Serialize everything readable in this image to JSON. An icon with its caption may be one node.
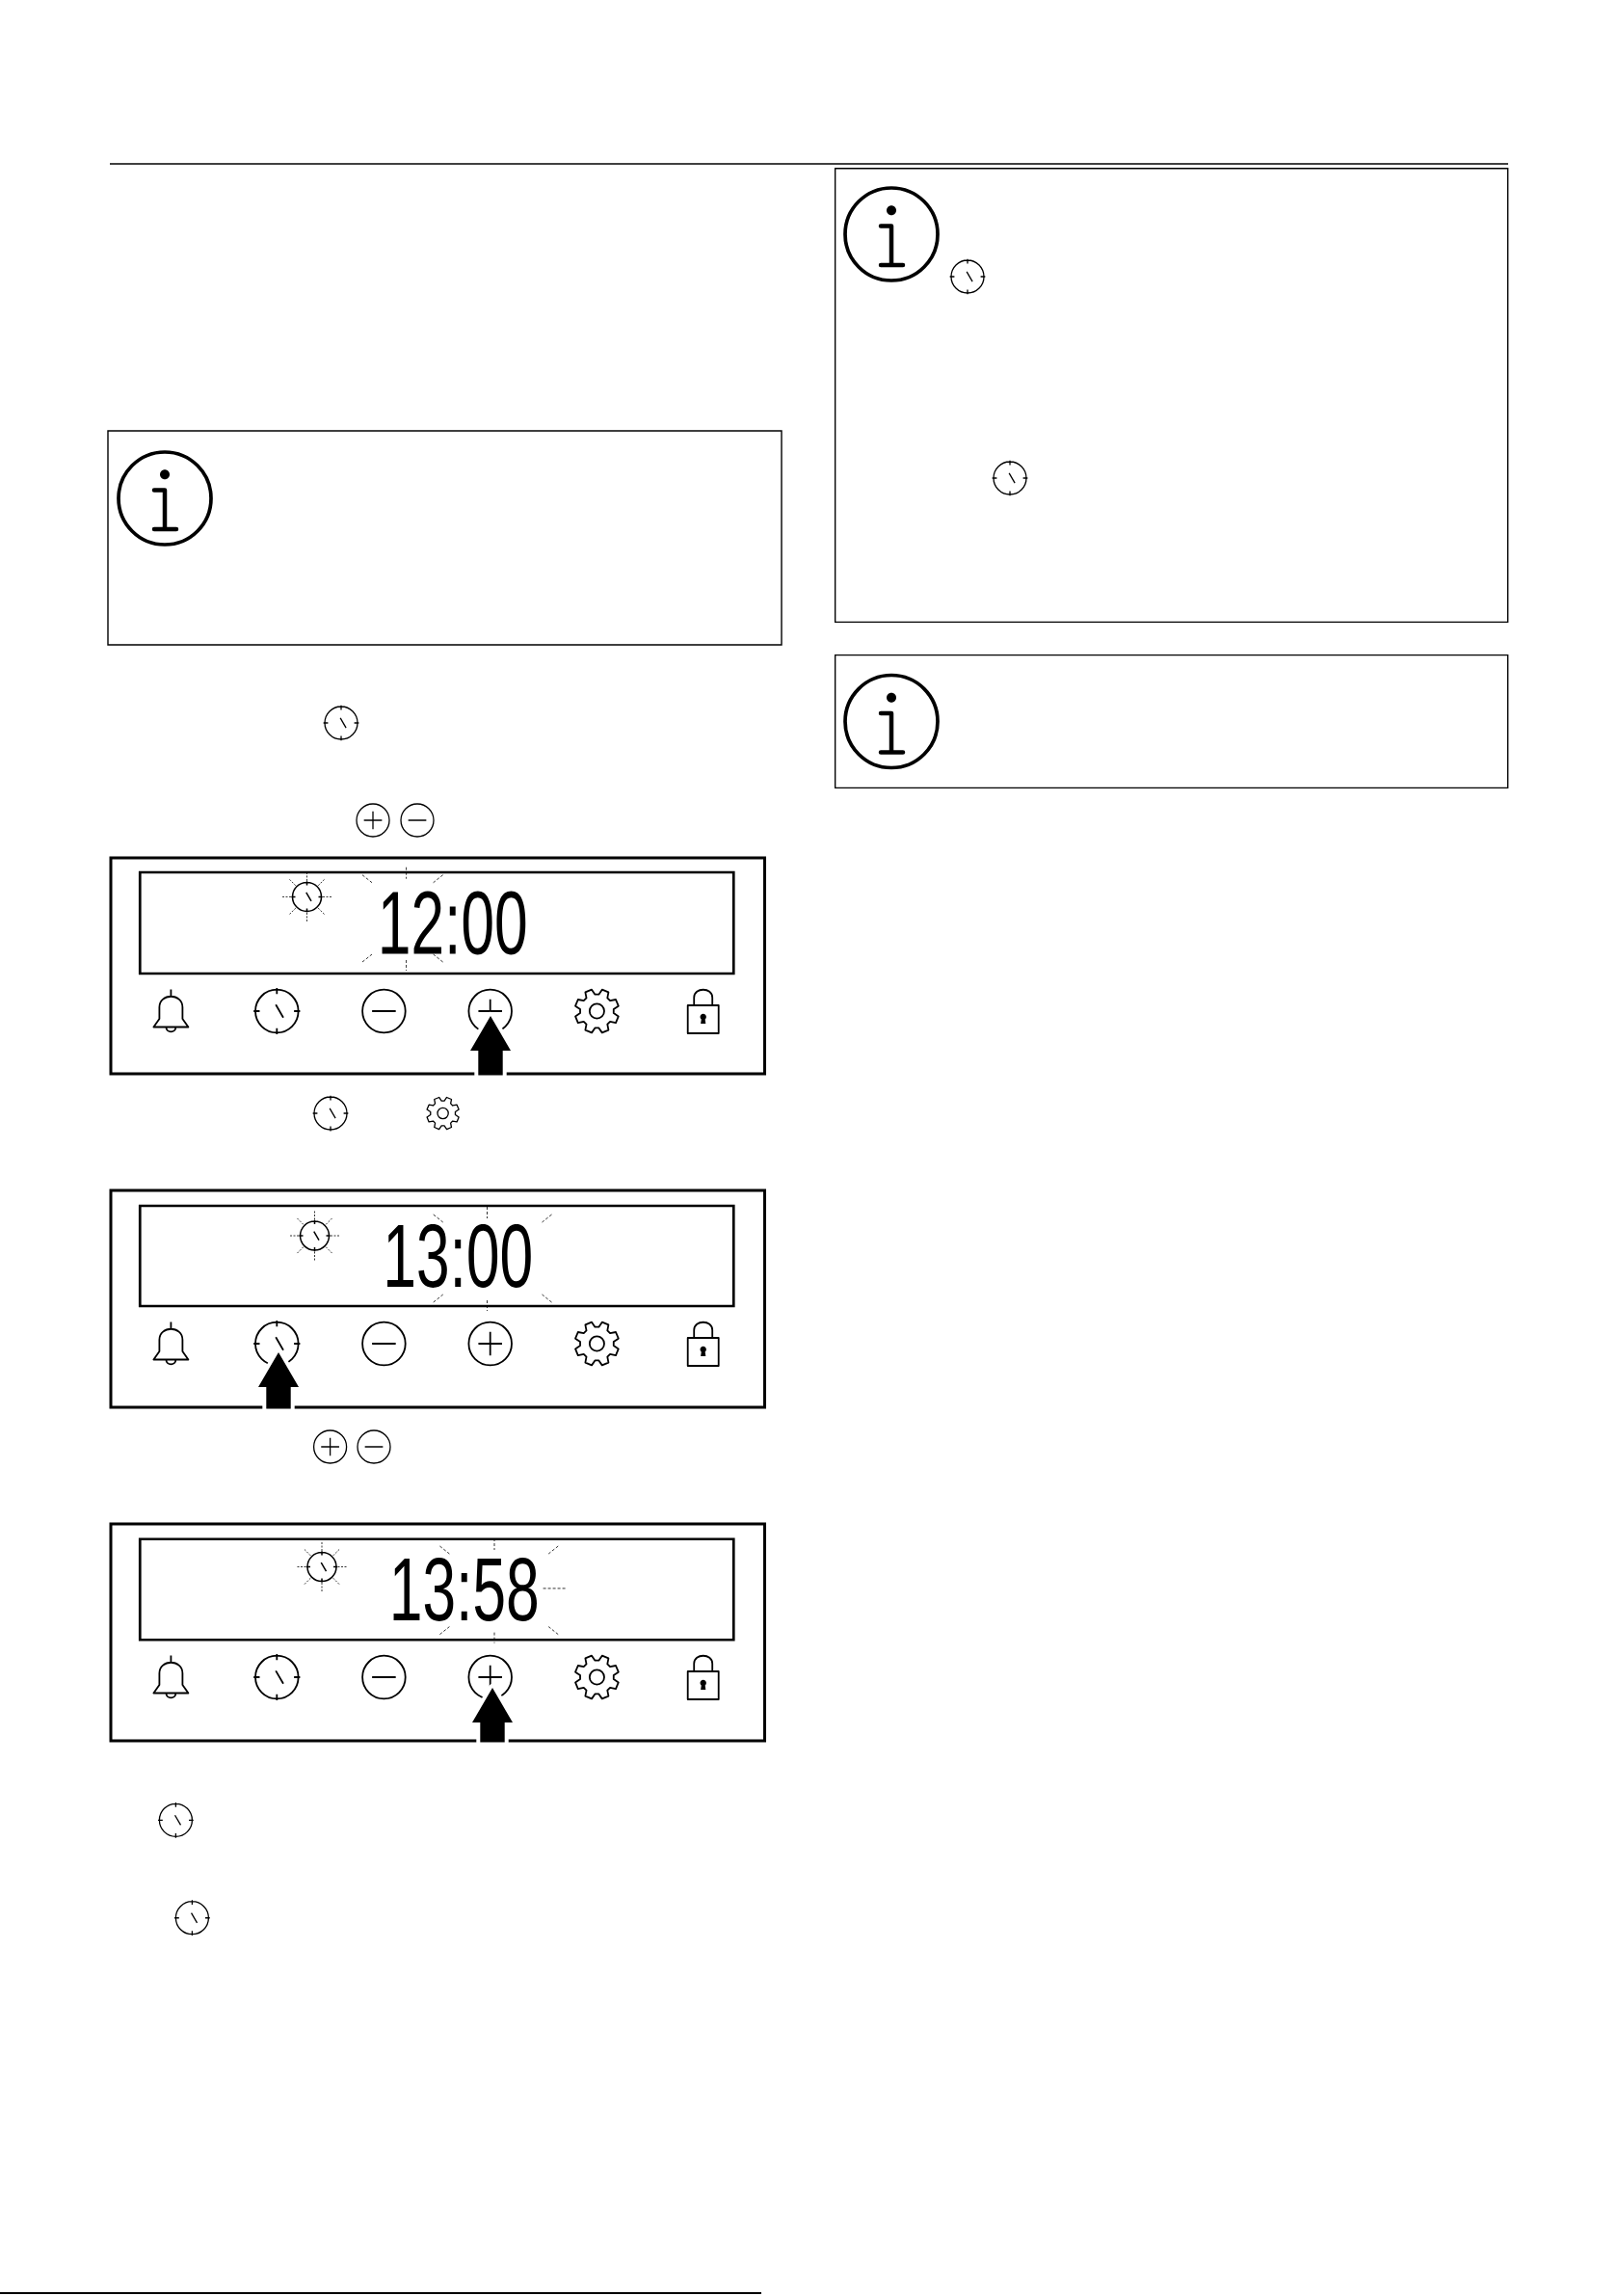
{
  "diagram": {
    "nodes": [
      {
        "text": [],
        "shape": "box"
      },
      {
        "text": [],
        "shape": "box"
      },
      {
        "text": [
          "12:00"
        ],
        "in": 1
      },
      {
        "text": [],
        "shape": "box"
      },
      {
        "text": [
          "13:00"
        ],
        "in": 3
      },
      {
        "text": [],
        "shape": "box"
      },
      {
        "text": [
          "13:58"
        ],
        "in": 5
      },
      {
        "text": [],
        "shape": "box"
      },
      {
        "text": [],
        "shape": "box"
      }
    ]
  }
}
